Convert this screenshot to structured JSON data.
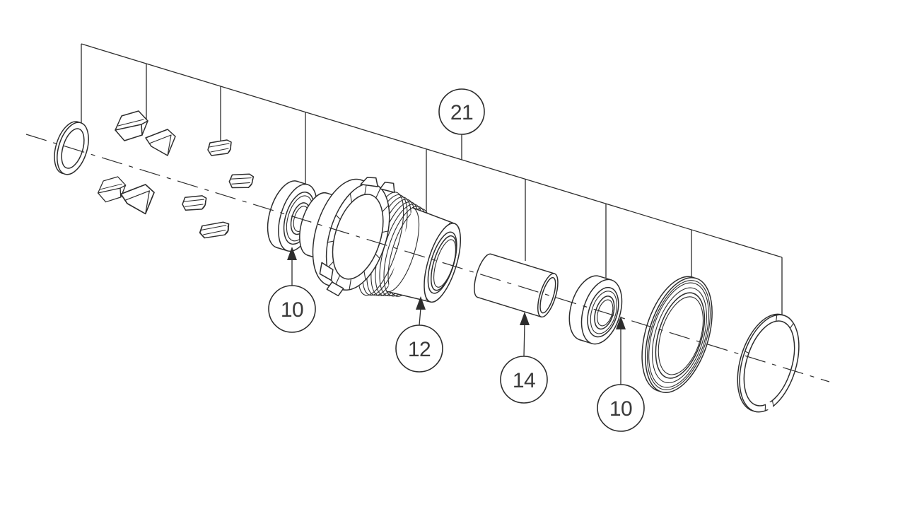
{
  "diagram": {
    "kind": "exploded-parts-diagram"
  },
  "callouts": {
    "c21": {
      "label": "21"
    },
    "c10_left": {
      "label": "10"
    },
    "c12": {
      "label": "12"
    },
    "c14": {
      "label": "14"
    },
    "c10_right": {
      "label": "10"
    }
  },
  "colors": {
    "line": "#2d2d2d",
    "text": "#3a3a3a",
    "background": "#ffffff"
  }
}
